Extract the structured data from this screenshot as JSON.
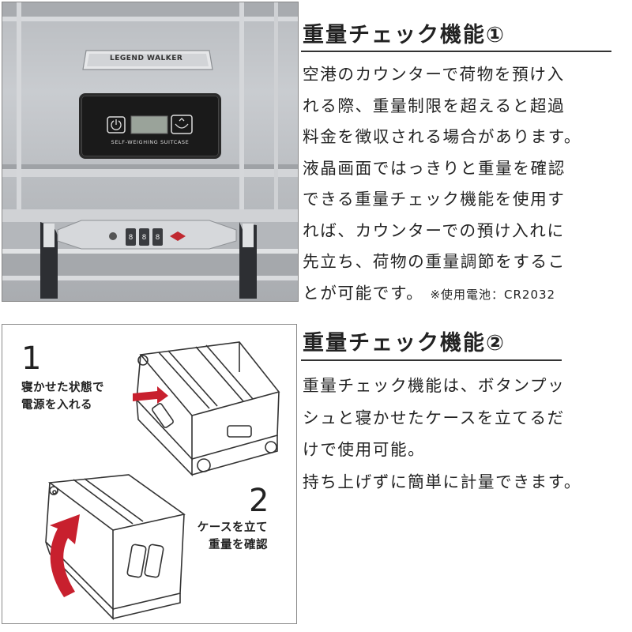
{
  "section1": {
    "heading": "重量チェック機能①",
    "body": "空港のカウンターで荷物を預け入\nれる際、重量制限を超えると超過\n料金を徴収される場合があります。\n液晶画面ではっきりと重量を確認\nできる重量チェック機能を使用す\nれば、カウンターでの預け入れに\n先立ち、荷物の重量調節をするこ\nとが可能です。",
    "note": "※使用電池：CR2032",
    "photo": {
      "brand_plate": "LEGEND WALKER",
      "scale_label": "SELF-WEIGHING SUITCASE",
      "icons": [
        "power-icon",
        "lcd-display",
        "scale-icon",
        "combination-lock",
        "tsa-lock-icon"
      ]
    }
  },
  "section2": {
    "heading": "重量チェック機能②",
    "body": "重量チェック機能は、ボタンプッ\nシュと寝かせたケースを立てるだ\nけで使用可能。\n持ち上げずに簡単に計量できます。",
    "steps": [
      {
        "number": "1",
        "caption": "寝かせた状態で\n電源を入れる"
      },
      {
        "number": "2",
        "caption": "ケースを立て\n重量を確認"
      }
    ]
  },
  "colors": {
    "accent_arrow": "#c8202e",
    "text": "#222222",
    "photo_silver": "#bfc2c6"
  }
}
